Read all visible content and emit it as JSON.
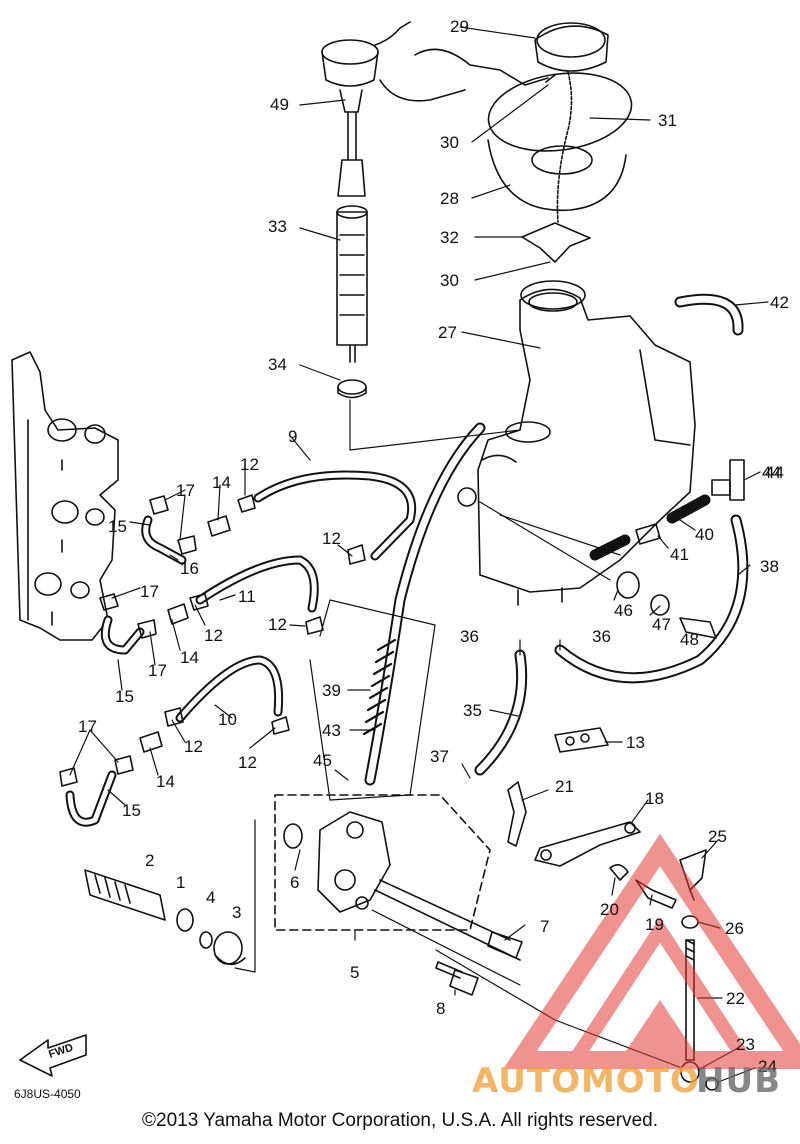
{
  "diagram_code": "6J8US-4050",
  "fwd_label": "FWD",
  "copyright": "©2013 Yamaha Motor Corporation, U.S.A. All rights reserved.",
  "watermark": {
    "part1": "AUTOMOTO",
    "part2": "HUB",
    "color1": "#f2a23a",
    "color2": "#6a6a6a",
    "logo_color": "#e23a36"
  },
  "parts": [
    "1",
    "2",
    "3",
    "4",
    "5",
    "6",
    "7",
    "8",
    "9",
    "10",
    "11",
    "12",
    "13",
    "14",
    "15",
    "16",
    "17",
    "18",
    "19",
    "20",
    "21",
    "22",
    "23",
    "24",
    "25",
    "26",
    "27",
    "28",
    "29",
    "30",
    "31",
    "32",
    "33",
    "34",
    "35",
    "36",
    "37",
    "38",
    "39",
    "40",
    "41",
    "42",
    "43",
    "44",
    "45",
    "46",
    "47",
    "48",
    "49"
  ]
}
